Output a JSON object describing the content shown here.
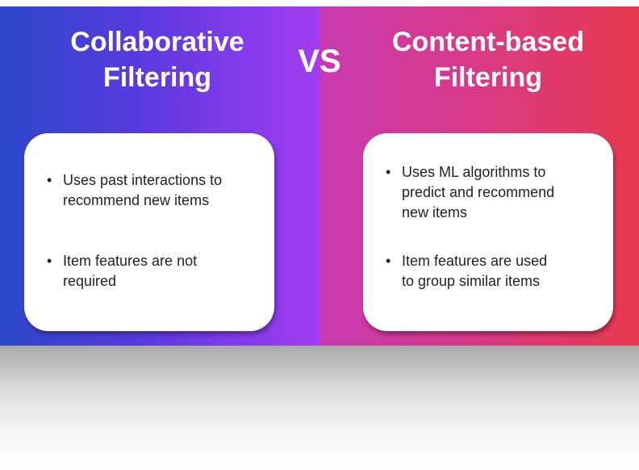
{
  "vs_label": "VS",
  "left": {
    "title_lines": [
      "Collaborative",
      "Filtering"
    ],
    "bullets": [
      {
        "lines": [
          "Uses past interactions to",
          "recommend new items"
        ]
      },
      {
        "lines": [
          "Item features are not",
          "required"
        ]
      }
    ]
  },
  "right": {
    "title_lines": [
      "Content-based",
      "Filtering"
    ],
    "bullets": [
      {
        "lines": [
          "Uses ML algorithms to",
          "predict and recommend",
          "new items"
        ]
      },
      {
        "lines": [
          "Item features are used",
          "to group similar items"
        ]
      }
    ]
  },
  "colors": {
    "left_gradient": [
      "#2a48c8",
      "#a23cf2"
    ],
    "right_gradient": [
      "#c83ab0",
      "#e83a4e"
    ],
    "card_background": "#ffffff",
    "text": "#222222"
  }
}
